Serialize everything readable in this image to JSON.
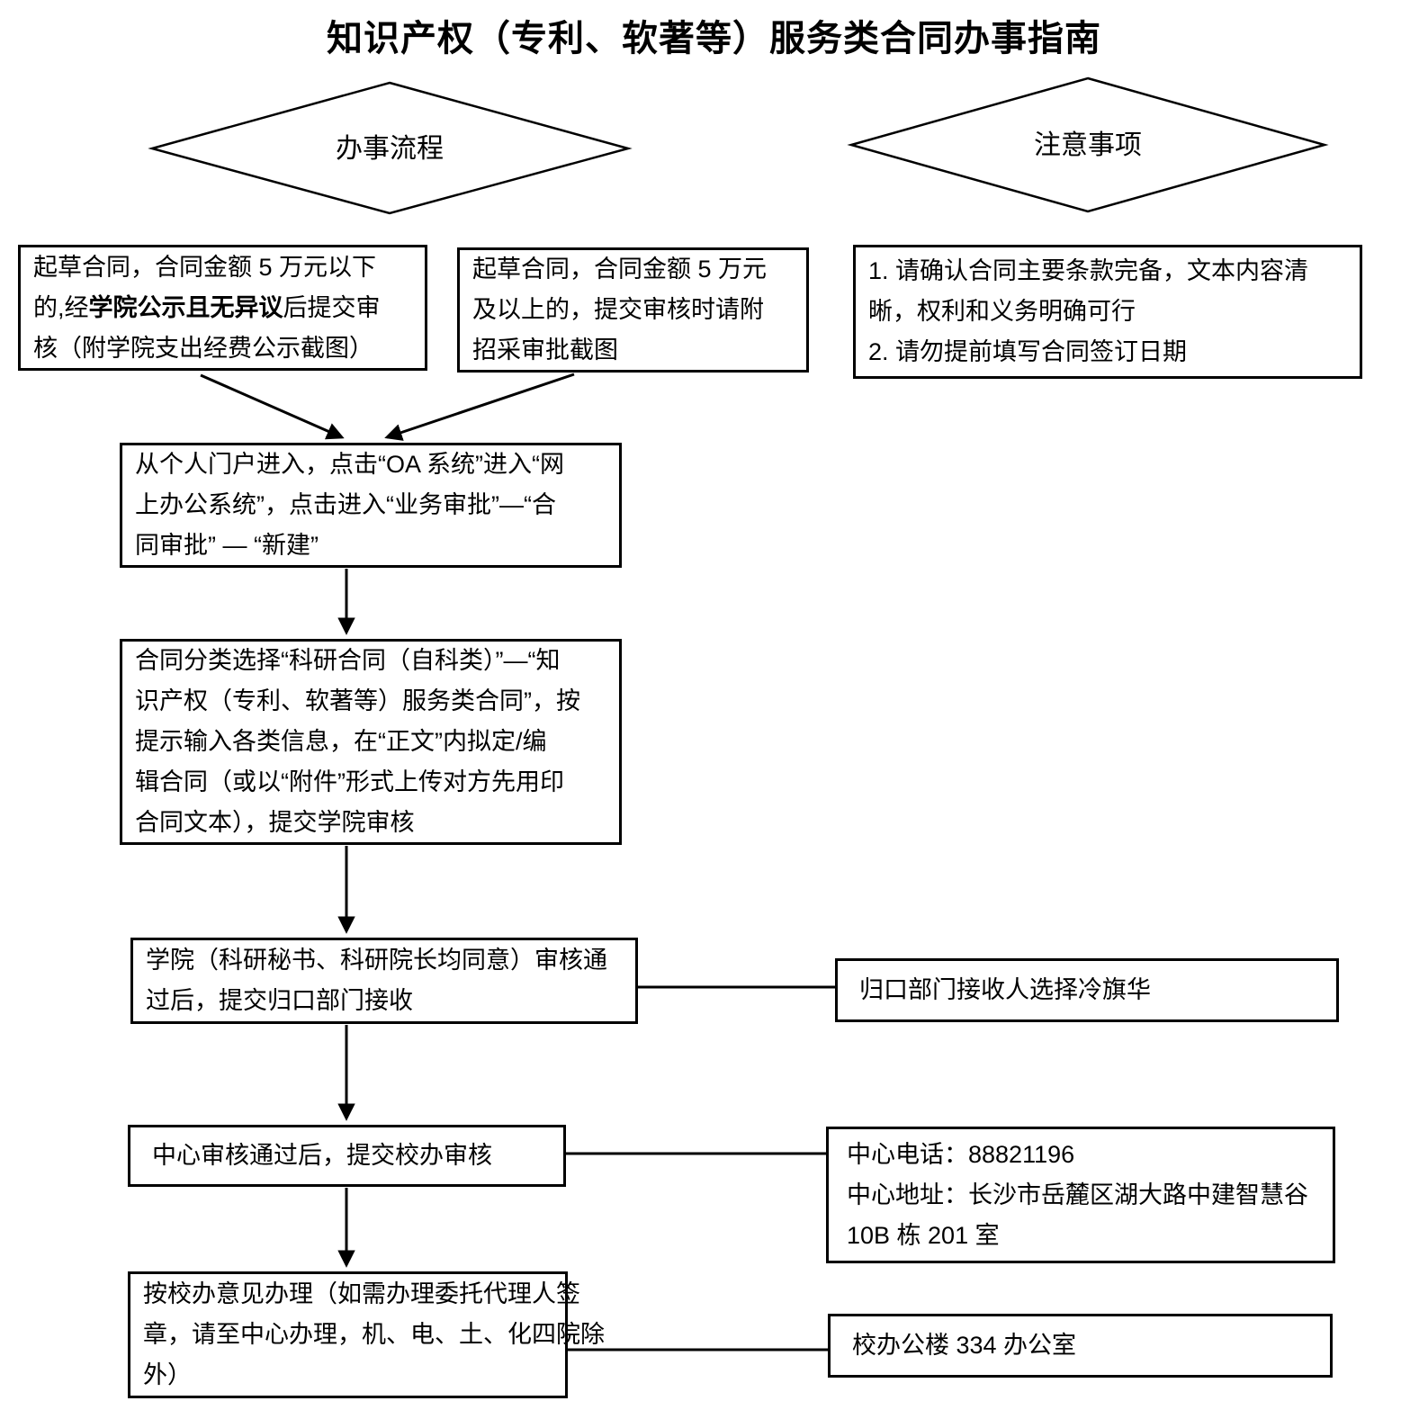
{
  "title": "知识产权（专利、软著等）服务类合同办事指南",
  "diamonds": {
    "process": "办事流程",
    "notes": "注意事项"
  },
  "flow": {
    "draft_under_50k": {
      "line1": "起草合同，合同金额 5 万元以下",
      "line2_pre": "的,经",
      "line2_bold": "学院公示且无异议",
      "line2_post": "后提交审",
      "line3": "核（附学院支出经费公示截图）"
    },
    "draft_over_50k": {
      "line1": "起草合同，合同金额 5 万元",
      "line2": "及以上的，提交审核时请附",
      "line3": "招采审批截图"
    },
    "oa_entry": {
      "line1": "从个人门户进入，点击“OA 系统”进入“网",
      "line2": "上办公系统”，点击进入“业务审批”—“合",
      "line3": "同审批” — “新建”"
    },
    "category_select": {
      "line1": "合同分类选择“科研合同（自科类）”—“知",
      "line2": "识产权（专利、软著等）服务类合同”，按",
      "line3": "提示输入各类信息，在“正文”内拟定/编",
      "line4": "辑合同（或以“附件”形式上传对方先用印",
      "line5": "合同文本），提交学院审核"
    },
    "college_review": {
      "line1": "学院（科研秘书、科研院长均同意）审核通",
      "line2": "过后，提交归口部门接收"
    },
    "center_review": "中心审核通过后，提交校办审核",
    "school_office_step": {
      "line1": "按校办意见办理（如需办理委托代理人签",
      "line2": "章，请至中心办理，机、电、土、化四院除",
      "line3": "外）"
    }
  },
  "notes_box": {
    "line1": "1. 请确认合同主要条款完备，文本内容清",
    "line2": "晰，权利和义务明确可行",
    "line3": "2. 请勿提前填写合同签订日期"
  },
  "side_boxes": {
    "receiver": "归口部门接收人选择冷旗华",
    "contact_line1": "中心电话：88821196",
    "contact_line2": "中心地址：长沙市岳麓区湖大路中建智慧谷",
    "contact_line3": "10B 栋 201 室",
    "office_location": "校办公楼 334 办公室"
  },
  "colors": {
    "line": "#000000",
    "background": "#ffffff",
    "text": "#000000"
  }
}
